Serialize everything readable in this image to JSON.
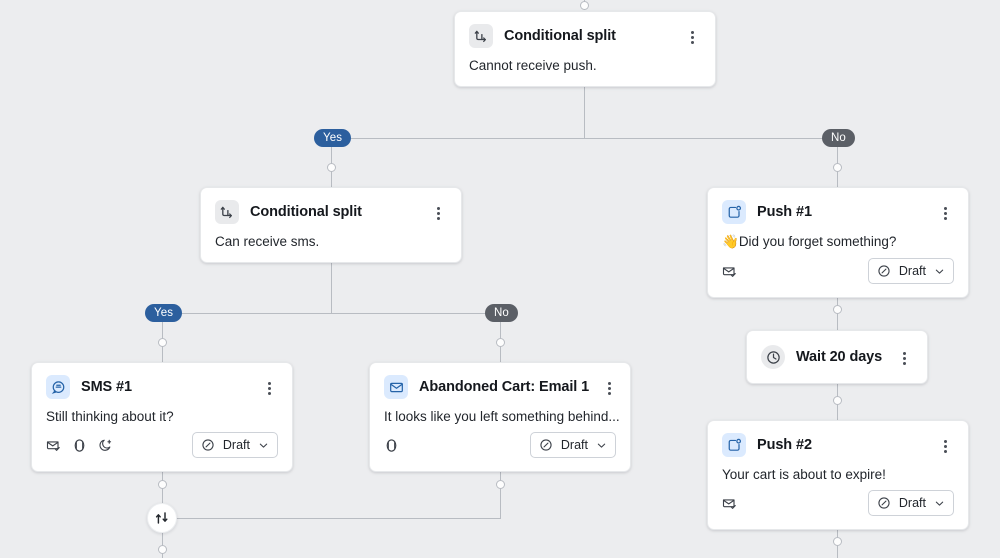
{
  "canvas": {
    "background": "#ecedef",
    "line_color": "#b8bcc2"
  },
  "colors": {
    "yes_pill": "#2c5f9e",
    "no_pill": "#5b5f66",
    "icon_blue_bg": "#dbeafe",
    "icon_grey_bg": "#e9eaec"
  },
  "branch_labels": {
    "yes": "Yes",
    "no": "No"
  },
  "status": {
    "label": "Draft",
    "icon": "draft-circle-icon",
    "chevron": "chevron-down-icon"
  },
  "nodes": {
    "split_push": {
      "title": "Conditional split",
      "body": "Cannot receive push.",
      "icon": "split-branch-icon",
      "menu": "more-options-icon"
    },
    "split_sms": {
      "title": "Conditional split",
      "body": "Can receive sms.",
      "icon": "split-branch-icon",
      "menu": "more-options-icon"
    },
    "sms1": {
      "title": "SMS #1",
      "body": "Still thinking about it?",
      "icon": "sms-bubble-icon",
      "menu": "more-options-icon",
      "foot_icons": [
        "envelope-check-icon",
        "at-circle-icon",
        "moon-quiet-hours-icon"
      ],
      "status": "Draft"
    },
    "email1": {
      "title": "Abandoned Cart: Email 1",
      "body": "It looks like you left something behind...",
      "icon": "envelope-icon",
      "menu": "more-options-icon",
      "foot_icons": [
        "at-circle-icon"
      ],
      "status": "Draft"
    },
    "push1": {
      "title": "Push #1",
      "body_emoji": "👋",
      "body": "Did you forget something?",
      "icon": "push-notification-icon",
      "menu": "more-options-icon",
      "foot_icons": [
        "envelope-check-icon"
      ],
      "status": "Draft"
    },
    "wait": {
      "title": "Wait 20 days",
      "icon": "clock-icon",
      "menu": "more-options-icon"
    },
    "push2": {
      "title": "Push #2",
      "body": "Your cart is about to expire!",
      "icon": "push-notification-icon",
      "menu": "more-options-icon",
      "foot_icons": [
        "envelope-check-icon"
      ],
      "status": "Draft"
    },
    "merge": {
      "icon": "merge-loop-icon"
    }
  }
}
